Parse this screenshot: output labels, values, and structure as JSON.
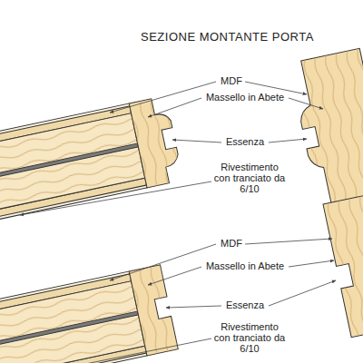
{
  "diagram": {
    "title": "SEZIONE MONTANTE PORTA",
    "labels": [
      "MDF",
      "Massello in Abete",
      "Essenza",
      "Rivestimento con tranciato da 6/10",
      "MDF",
      "Massello in Abete",
      "Essenza",
      "Rivestimento con tranciato da 6/10"
    ]
  }
}
